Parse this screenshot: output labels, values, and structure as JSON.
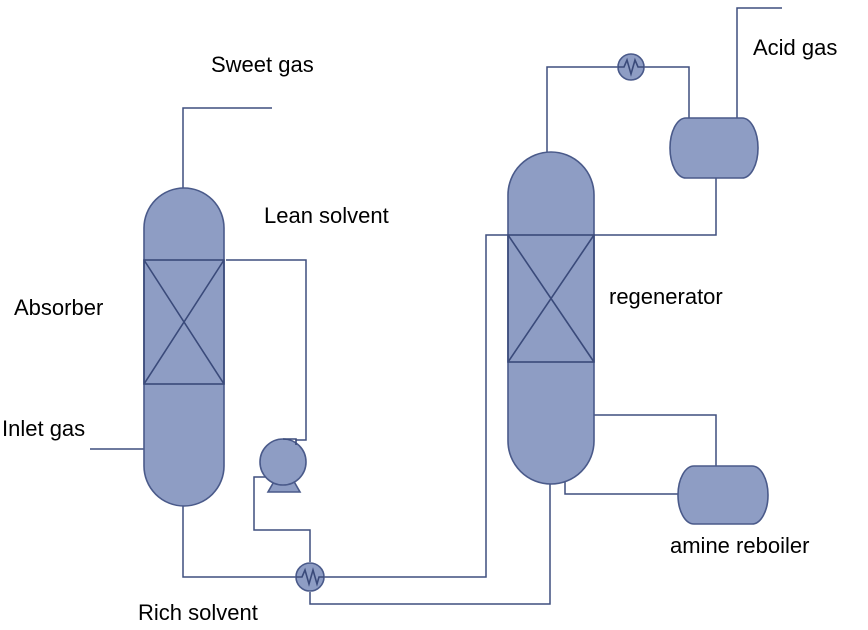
{
  "diagram": {
    "labels": {
      "sweet_gas": "Sweet gas",
      "acid_gas": "Acid gas",
      "lean_solvent": "Lean solvent",
      "absorber": "Absorber",
      "regenerator": "regenerator",
      "inlet_gas": "Inlet gas",
      "amine_reboiler": "amine reboiler",
      "rich_solvent": "Rich solvent"
    },
    "colors": {
      "vessel_fill": "#8e9dc4",
      "vessel_stroke": "#4a5a8a",
      "pipe": "#3f4f7f",
      "text": "#000000"
    },
    "icons": {
      "heat_exchanger": "heat-exchanger-icon",
      "pump": "pump-icon"
    }
  }
}
